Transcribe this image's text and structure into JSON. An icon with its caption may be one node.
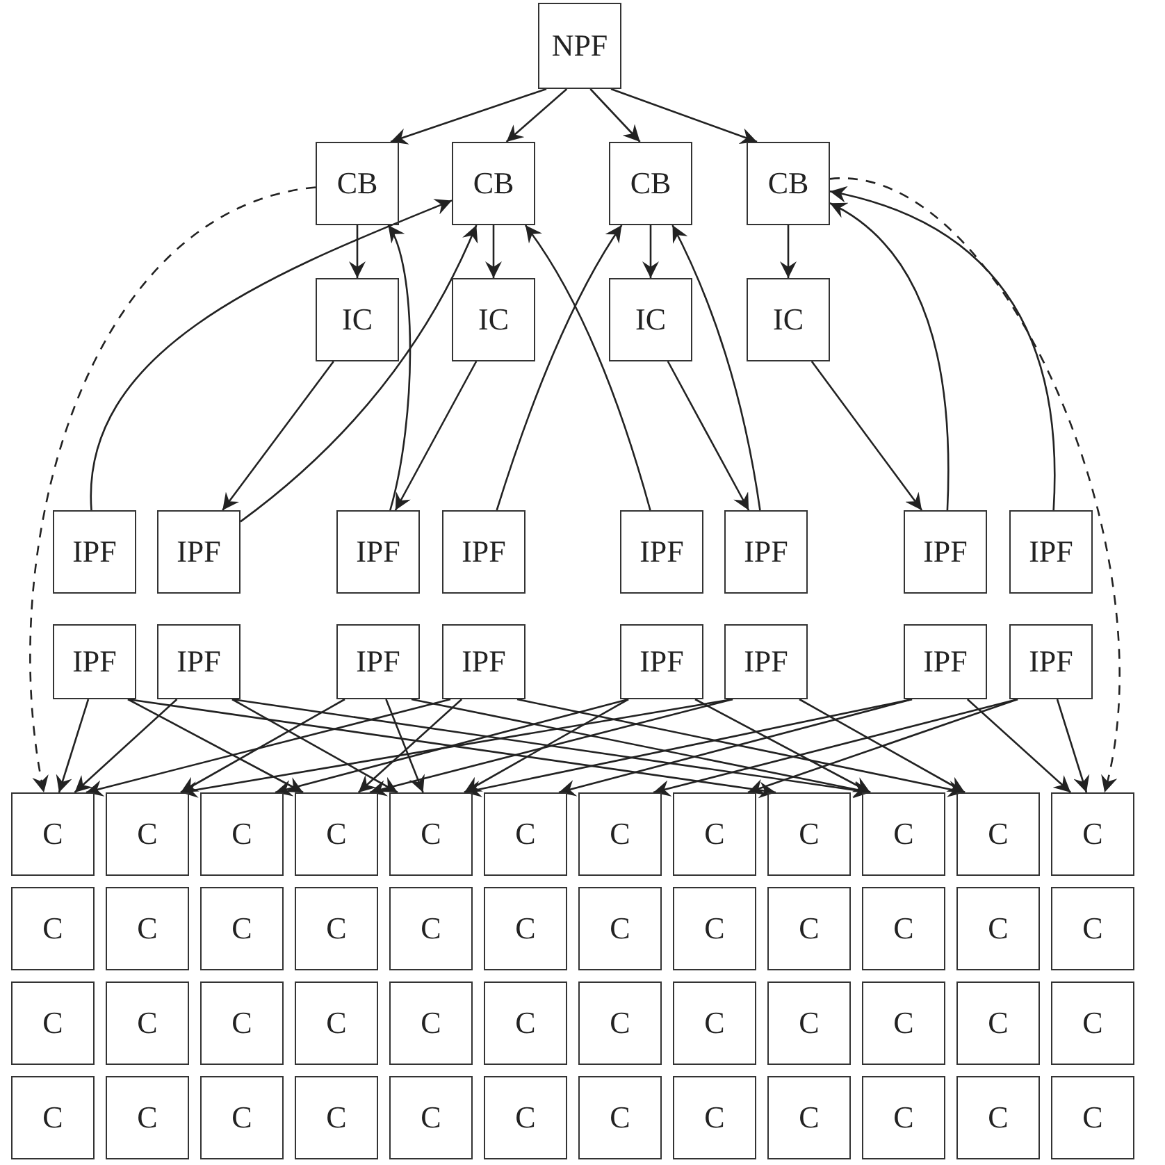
{
  "diagram": {
    "nodes": [
      {
        "text": [
          "NPF"
        ]
      },
      {
        "text": [
          "CB"
        ]
      },
      {
        "text": [
          "CB"
        ]
      },
      {
        "text": [
          "CB"
        ]
      },
      {
        "text": [
          "CB"
        ]
      },
      {
        "text": [
          "IC"
        ]
      },
      {
        "text": [
          "IC"
        ]
      },
      {
        "text": [
          "IC"
        ]
      },
      {
        "text": [
          "IC"
        ]
      },
      {
        "text": [
          "IPF"
        ]
      },
      {
        "text": [
          "IPF"
        ]
      },
      {
        "text": [
          "IPF"
        ]
      },
      {
        "text": [
          "IPF"
        ]
      },
      {
        "text": [
          "IPF"
        ]
      },
      {
        "text": [
          "IPF"
        ]
      },
      {
        "text": [
          "IPF"
        ]
      },
      {
        "text": [
          "IPF"
        ]
      },
      {
        "text": [
          "IPF"
        ]
      },
      {
        "text": [
          "IPF"
        ]
      },
      {
        "text": [
          "IPF"
        ]
      },
      {
        "text": [
          "IPF"
        ]
      },
      {
        "text": [
          "IPF"
        ]
      },
      {
        "text": [
          "IPF"
        ]
      },
      {
        "text": [
          "IPF"
        ]
      },
      {
        "text": [
          "IPF"
        ]
      },
      {
        "text": [
          "C"
        ]
      },
      {
        "text": [
          "C"
        ]
      },
      {
        "text": [
          "C"
        ]
      },
      {
        "text": [
          "C"
        ]
      },
      {
        "text": [
          "C"
        ]
      },
      {
        "text": [
          "C"
        ]
      },
      {
        "text": [
          "C"
        ]
      },
      {
        "text": [
          "C"
        ]
      },
      {
        "text": [
          "C"
        ]
      },
      {
        "text": [
          "C"
        ]
      },
      {
        "text": [
          "C"
        ]
      },
      {
        "text": [
          "C"
        ]
      },
      {
        "text": [
          "C"
        ]
      },
      {
        "text": [
          "C"
        ]
      },
      {
        "text": [
          "C"
        ]
      },
      {
        "text": [
          "C"
        ]
      },
      {
        "text": [
          "C"
        ]
      },
      {
        "text": [
          "C"
        ]
      },
      {
        "text": [
          "C"
        ]
      },
      {
        "text": [
          "C"
        ]
      },
      {
        "text": [
          "C"
        ]
      },
      {
        "text": [
          "C"
        ]
      },
      {
        "text": [
          "C"
        ]
      },
      {
        "text": [
          "C"
        ]
      },
      {
        "text": [
          "C"
        ]
      },
      {
        "text": [
          "C"
        ]
      },
      {
        "text": [
          "C"
        ]
      },
      {
        "text": [
          "C"
        ]
      },
      {
        "text": [
          "C"
        ]
      },
      {
        "text": [
          "C"
        ]
      },
      {
        "text": [
          "C"
        ]
      },
      {
        "text": [
          "C"
        ]
      },
      {
        "text": [
          "C"
        ]
      },
      {
        "text": [
          "C"
        ]
      },
      {
        "text": [
          "C"
        ]
      },
      {
        "text": [
          "C"
        ]
      },
      {
        "text": [
          "C"
        ]
      },
      {
        "text": [
          "C"
        ]
      },
      {
        "text": [
          "C"
        ]
      },
      {
        "text": [
          "C"
        ]
      },
      {
        "text": [
          "C"
        ]
      },
      {
        "text": [
          "C"
        ]
      },
      {
        "text": [
          "C"
        ]
      },
      {
        "text": [
          "C"
        ]
      },
      {
        "text": [
          "C"
        ]
      },
      {
        "text": [
          "C"
        ]
      },
      {
        "text": [
          "C"
        ]
      },
      {
        "text": [
          "C"
        ]
      }
    ],
    "edges": [
      {
        "from": 0,
        "to": 1,
        "arrow": "to"
      },
      {
        "from": 0,
        "to": 2,
        "arrow": "to"
      },
      {
        "from": 0,
        "to": 3,
        "arrow": "to"
      },
      {
        "from": 0,
        "to": 4,
        "arrow": "to"
      },
      {
        "from": 1,
        "to": 5,
        "arrow": "to"
      },
      {
        "from": 2,
        "to": 6,
        "arrow": "to"
      },
      {
        "from": 3,
        "to": 7,
        "arrow": "to"
      },
      {
        "from": 4,
        "to": 8,
        "arrow": "to"
      },
      {
        "from": 5,
        "to": 10,
        "arrow": "to"
      },
      {
        "from": 6,
        "to": 11,
        "arrow": "to"
      },
      {
        "from": 7,
        "to": 14,
        "arrow": "to"
      },
      {
        "from": 8,
        "to": 15,
        "arrow": "to"
      },
      {
        "from": 9,
        "to": 2,
        "arrow": "to"
      },
      {
        "from": 10,
        "to": 2,
        "arrow": "to"
      },
      {
        "from": 11,
        "to": 1,
        "arrow": "to"
      },
      {
        "from": 12,
        "to": 3,
        "arrow": "to"
      },
      {
        "from": 13,
        "to": 2,
        "arrow": "to"
      },
      {
        "from": 14,
        "to": 3,
        "arrow": "to"
      },
      {
        "from": 15,
        "to": 4,
        "arrow": "to"
      },
      {
        "from": 16,
        "to": 4,
        "arrow": "to"
      },
      {
        "from": 1,
        "to": 25,
        "arrow": "to",
        "style": "dashed"
      },
      {
        "from": 4,
        "to": 36,
        "arrow": "to",
        "style": "dashed"
      },
      {
        "from": 17,
        "to": 25,
        "arrow": "to"
      },
      {
        "from": 17,
        "to": 28,
        "arrow": "to"
      },
      {
        "from": 17,
        "to": 33,
        "arrow": "to"
      },
      {
        "from": 18,
        "to": 25,
        "arrow": "to"
      },
      {
        "from": 18,
        "to": 29,
        "arrow": "to"
      },
      {
        "from": 18,
        "to": 34,
        "arrow": "to"
      },
      {
        "from": 19,
        "to": 26,
        "arrow": "to"
      },
      {
        "from": 19,
        "to": 29,
        "arrow": "to"
      },
      {
        "from": 19,
        "to": 34,
        "arrow": "to"
      },
      {
        "from": 20,
        "to": 25,
        "arrow": "to"
      },
      {
        "from": 20,
        "to": 28,
        "arrow": "to"
      },
      {
        "from": 20,
        "to": 35,
        "arrow": "to"
      },
      {
        "from": 21,
        "to": 27,
        "arrow": "to"
      },
      {
        "from": 21,
        "to": 29,
        "arrow": "to"
      },
      {
        "from": 21,
        "to": 34,
        "arrow": "to"
      },
      {
        "from": 22,
        "to": 26,
        "arrow": "to"
      },
      {
        "from": 22,
        "to": 28,
        "arrow": "to"
      },
      {
        "from": 22,
        "to": 35,
        "arrow": "to"
      },
      {
        "from": 23,
        "to": 29,
        "arrow": "to"
      },
      {
        "from": 23,
        "to": 30,
        "arrow": "to"
      },
      {
        "from": 23,
        "to": 36,
        "arrow": "to"
      },
      {
        "from": 24,
        "to": 31,
        "arrow": "to"
      },
      {
        "from": 24,
        "to": 32,
        "arrow": "to"
      },
      {
        "from": 24,
        "to": 36,
        "arrow": "to"
      }
    ]
  }
}
